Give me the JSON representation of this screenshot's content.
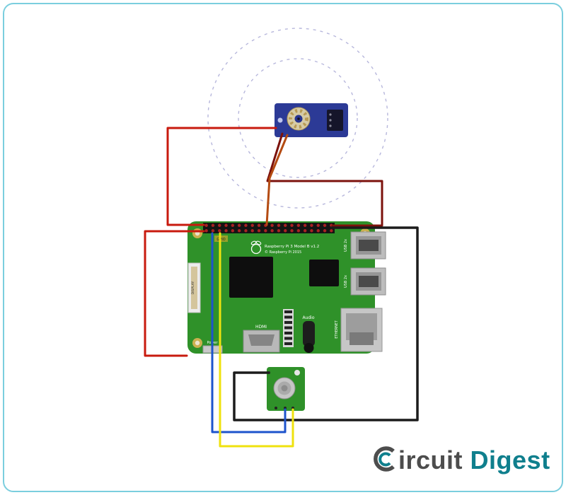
{
  "frame": {
    "border_color": "#7bcede"
  },
  "rotation_guides": {
    "color": "#b7b7dc"
  },
  "servo": {
    "body_color": "#2c3a96"
  },
  "raspberry_pi": {
    "board_color": "#2f9129",
    "model_text": "Raspberry Pi 3 Model B v1.2",
    "copyright_text": "© Raspberry Pi 2015",
    "labels": {
      "gpio": "GPIO",
      "usb_top": "USB 2x",
      "usb_bottom": "USB 2x",
      "ethernet": "ETHERNET",
      "hdmi": "HDMI",
      "audio": "Audio",
      "power": "Power",
      "display": "DISPLAY"
    }
  },
  "sensor": {
    "board_color": "#2f9129"
  },
  "wires": {
    "red": "#c81a0e",
    "dark_red": "#7c120c",
    "orange": "#b44b12",
    "black": "#1b1b1b",
    "blue": "#1d53cc",
    "yellow": "#efe20e"
  },
  "logo": {
    "full_text": "CircuitDigest",
    "first_word_rest": "ircuit",
    "second_word": "Digest",
    "part1_color": "#4d4d4d",
    "part2_color": "#0f7f8d"
  }
}
